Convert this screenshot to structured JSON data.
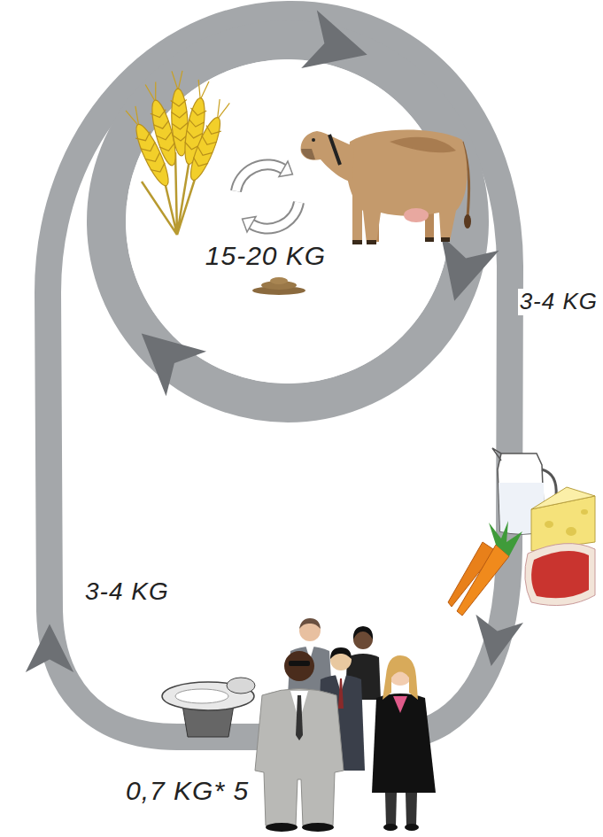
{
  "diagram": {
    "labels": [
      "15-20 KG",
      "3-4 KG",
      "3-4 KG",
      "0,7 KG* 5"
    ]
  }
}
